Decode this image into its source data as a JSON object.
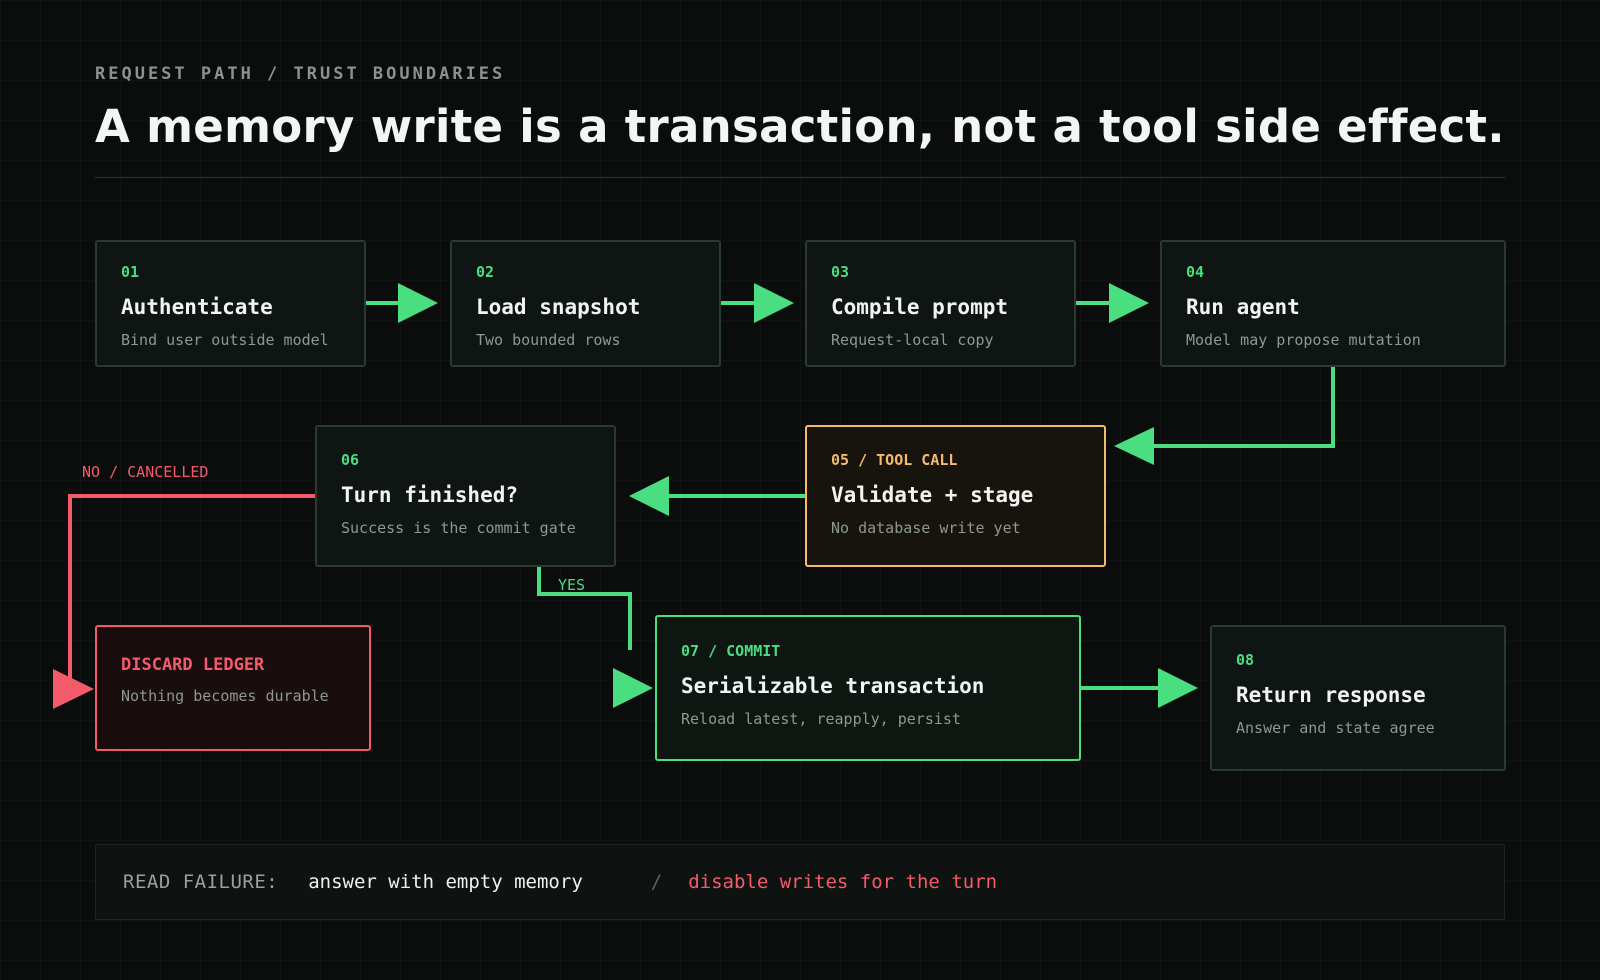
{
  "header": {
    "eyebrow": "REQUEST PATH / TRUST BOUNDARIES",
    "title": "A memory write is a transaction, not a tool side effect."
  },
  "nodes": {
    "n01": {
      "num": "01",
      "title": "Authenticate",
      "sub": "Bind user outside model"
    },
    "n02": {
      "num": "02",
      "title": "Load snapshot",
      "sub": "Two bounded rows"
    },
    "n03": {
      "num": "03",
      "title": "Compile prompt",
      "sub": "Request-local copy"
    },
    "n04": {
      "num": "04",
      "title": "Run agent",
      "sub": "Model may propose mutation"
    },
    "n05": {
      "num": "05 / TOOL CALL",
      "title": "Validate + stage",
      "sub": "No database write yet"
    },
    "n06": {
      "num": "06",
      "title": "Turn finished?",
      "sub": "Success is the commit gate"
    },
    "n07": {
      "num": "07 / COMMIT",
      "title": "Serializable transaction",
      "sub": "Reload latest, reapply, persist"
    },
    "n08": {
      "num": "08",
      "title": "Return response",
      "sub": "Answer and state agree"
    },
    "discard": {
      "title": "DISCARD LEDGER",
      "sub": "Nothing becomes durable"
    }
  },
  "edges": {
    "no_label": "NO / CANCELLED",
    "yes_label": "YES"
  },
  "footer": {
    "label": "READ FAILURE:",
    "primary": "answer with empty memory",
    "separator": "/",
    "alt": "disable writes for the turn"
  },
  "colors": {
    "accent_green": "#4ade80",
    "tool_orange": "#f6ba6d",
    "danger_red": "#f45b6a",
    "background": "#0b0d0c"
  }
}
